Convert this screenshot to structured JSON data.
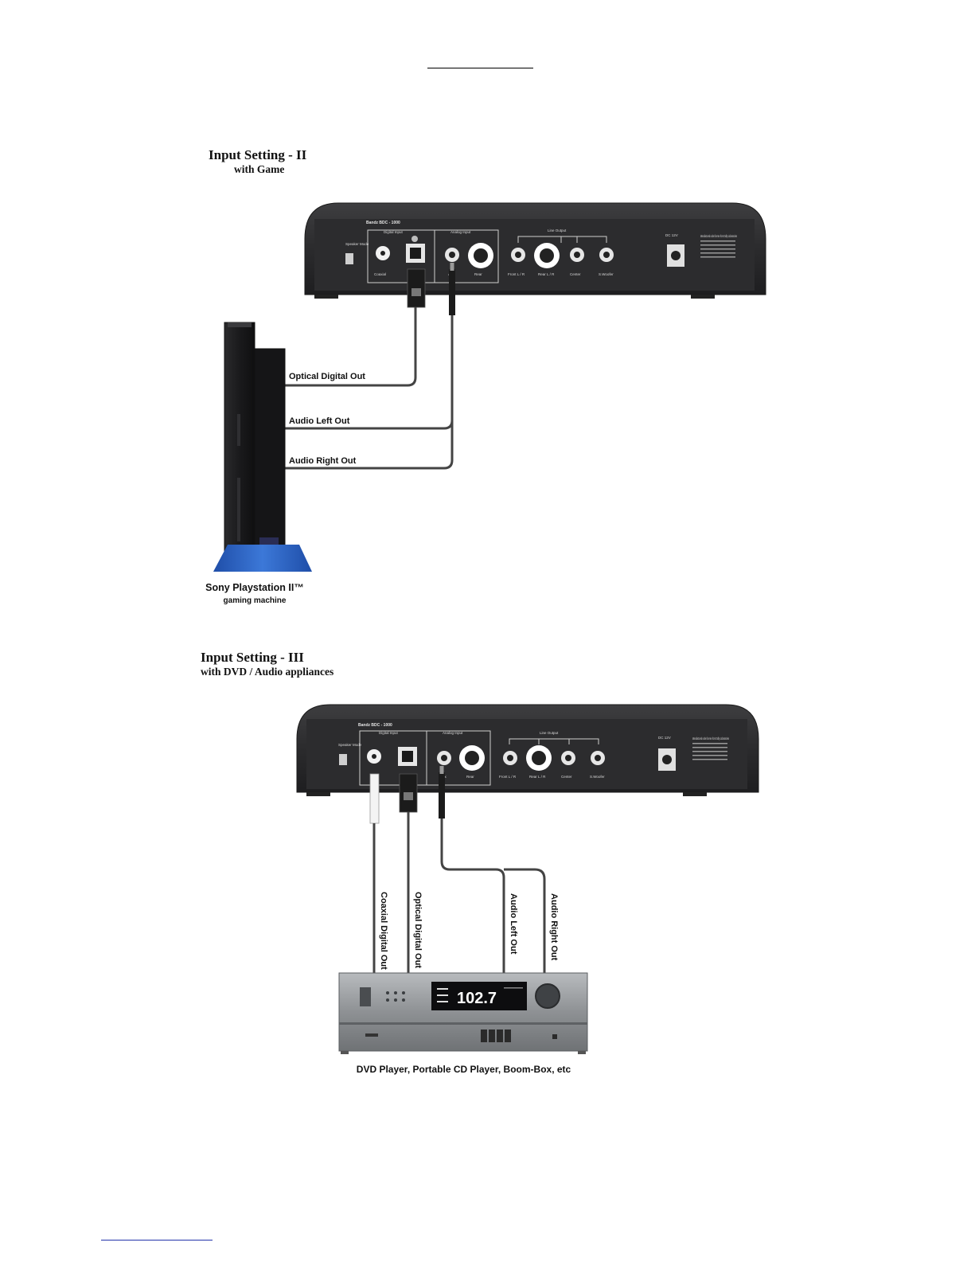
{
  "section1": {
    "title": "Input Setting - II",
    "subtitle": "with Game",
    "cables": [
      "Optical Digital Out",
      "Audio Left Out",
      "Audio Right Out"
    ],
    "device": {
      "name": "Sony Playstation II™",
      "sub": "gaming machine"
    }
  },
  "section2": {
    "title": "Input Setting - III",
    "subtitle": "with DVD / Audio appliances",
    "cables": [
      "Coaxial Digital Out",
      "Optical Digital Out",
      "Audio Left Out",
      "Audio Right Out"
    ],
    "device": {
      "caption": "DVD Player, Portable CD Player, Boom-Box, etc",
      "display": "102.7"
    }
  },
  "decoder": {
    "model": "Bandz BDC - 1000",
    "speaker_mode": "Speaker Mode",
    "digital_input": "Digital Input",
    "analog_input": "Analog Input",
    "line_output": "Line Output",
    "ports": [
      "Coaxial",
      "Aux",
      "Rear",
      "Front L / R",
      "Rear L / R",
      "Center",
      "S.Woofer"
    ],
    "dc": "DC 12V",
    "notice": "Manufactured under license from Dolby Laboratories"
  }
}
